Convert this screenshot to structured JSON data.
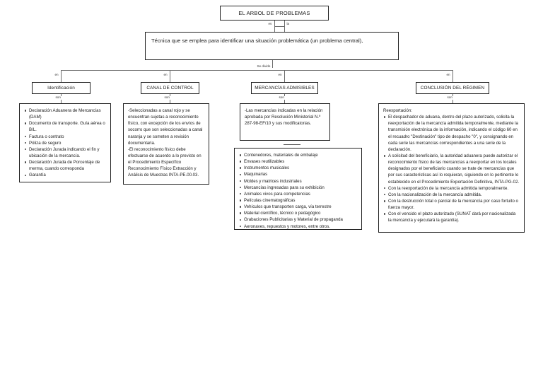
{
  "diagram": {
    "title": "EL ARBOL DE PROBLEMAS",
    "definition": "Técnica que se emplea para identificar una situación problemática (un problema central),",
    "edge_labels": {
      "root_to_definition": "es la",
      "root_to_definition_1": "es",
      "root_to_definition_2": "la",
      "definition_to_categories": "Se divide",
      "category_in": "en",
      "category_are": "son"
    },
    "categories": [
      {
        "id": "identificacion",
        "label": "Identificación"
      },
      {
        "id": "canal-de-control",
        "label": "CANAL DE CONTROL"
      },
      {
        "id": "mercancias-admisibles",
        "label": "MERCANCÍAS ADMISIBLES"
      },
      {
        "id": "conclusion-del-regimen",
        "label": "CONCLUSIÓN DEL RÉGIMEN"
      }
    ],
    "column1": {
      "items": [
        "Declaración Aduanera de Mercancías (DAM)",
        "Documento de transporte. Guía aérea o B/L.",
        "Factura o contrato",
        "Póliza de seguro",
        "Declaración Jurada indicando el fin y ubicación de la mercancía.",
        "Declaración Jurada de Porcentaje de merma, cuando corresponda",
        "Garantía"
      ]
    },
    "column2": {
      "paragraphs": [
        "-Seleccionadas a canal rojo y se encuentran sujetas a reconocimiento físico, con excepción de los envíos de socorro que son seleccionadas a canal naranja y se someten a revisión documentaria.",
        "-El reconocimiento físico debe efectuarse de acuerdo a lo previsto en el Procedimiento Específico Reconocimiento Físico Extracción y Análisis de Muestras INTA-PE.00.03."
      ]
    },
    "column3": {
      "intro": "-Las mercancías indicadas en la relación aprobada por Resolución Ministerial N.º 287-98-EF/10 y sus modificatorias.",
      "items": [
        "Contenedores, materiales de embalaje",
        "Envases reutilizables",
        "Instrumentos musicales",
        "Maquinarias",
        "Moldes y matrices industriales",
        "Mercancías ingresadas para su exhibición",
        "Animales vivos para competencias",
        "Películas cinematográficas",
        "Vehículos que transporten carga, vía terrestre",
        "Material científico, técnico o pedagógico",
        "Grabaciones Publicitarias y Material de propaganda",
        "Aeronaves, repuestos y motores, entre otros."
      ]
    },
    "column4": {
      "heading": "Reexportación:",
      "items": [
        "El despachador de aduana, dentro del plazo autorizado, solicita la reexportación de la mercancía admitida temporalmente, mediante la transmisión electrónica de la información, indicando el código 60 en el recuadro \"Destinación\" tipo de despacho \"0\", y consignando en cada serie las mercancías correspondientes a una serie de la declaración.",
        "A solicitud del beneficiario, la autoridad aduanera puede autorizar el reconocimiento físico de las mercancías a reexportar en los locales designados por el beneficiario cuando se trate de mercancías que por sus características así lo requieran, siguiendo en lo pertinente lo establecido en el Procedimiento Exportación Definitiva, INTA-PG-02.",
        "Con la reexportación de la mercancía admitida temporalmente.",
        "Con la nacionalización de la mercancía admitida.",
        "Con la destrucción total o parcial de la mercancía por caso fortuito o fuerza mayor.",
        "Con el vencido el plazo autorizado (SUNAT dará por nacionalizada la mercancía y ejecutará la garantía)."
      ]
    }
  }
}
